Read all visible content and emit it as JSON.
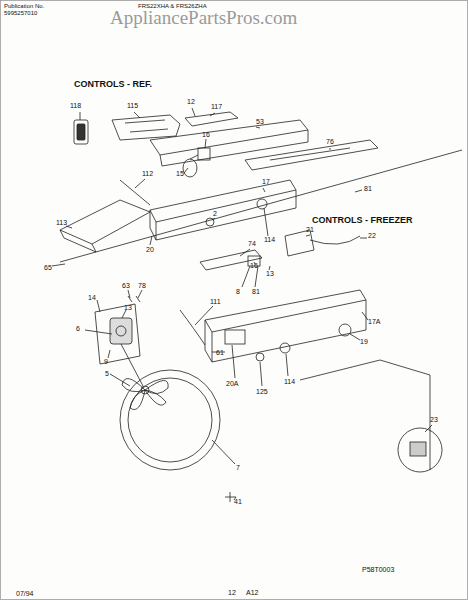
{
  "diagram": {
    "labels": [
      "Publication No.",
      "5995257010",
      "FRS22XHA & FRS26ZHA",
      "AppliancePartsPros.com",
      "CONTROLS - REF.",
      "CONTROLS - FREEZER",
      "118",
      "115",
      "12",
      "117",
      "53",
      "76",
      "16",
      "81",
      "15",
      "17",
      "112",
      "113",
      "2",
      "114",
      "20",
      "65",
      "21",
      "22",
      "74",
      "16",
      "13",
      "8",
      "81",
      "63",
      "78",
      "14",
      "111",
      "13",
      "17A",
      "19",
      "6",
      "9",
      "61",
      "20A",
      "125",
      "114",
      "5",
      "7",
      "41",
      "23",
      "P58T0003",
      "07/94",
      "12",
      "A12"
    ]
  }
}
